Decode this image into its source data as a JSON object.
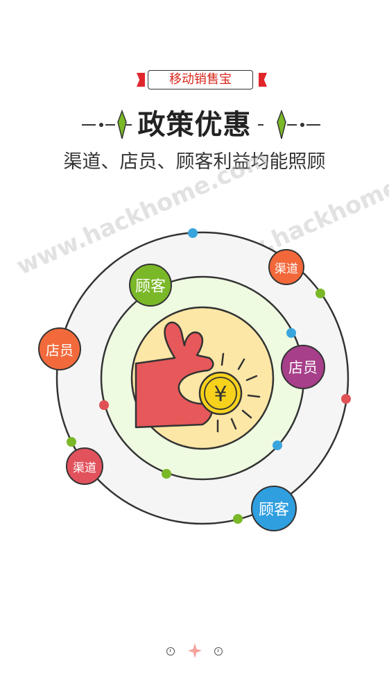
{
  "badge": {
    "label": "移动销售宝"
  },
  "title": "政策优惠",
  "subtitle": "渠道、店员、顾客利益均能照顾",
  "watermark": {
    "text": "www.hackhome.com"
  },
  "diagram": {
    "center_symbol": "¥",
    "bubbles": [
      {
        "label": "渠道",
        "color": "#f2683a"
      },
      {
        "label": "顾客",
        "color": "#7ab828"
      },
      {
        "label": "店员",
        "color": "#f26a3b"
      },
      {
        "label": "店员",
        "color": "#a73f8a"
      },
      {
        "label": "渠道",
        "color": "#e2525c"
      },
      {
        "label": "顾客",
        "color": "#2f9fe0"
      }
    ],
    "colors": {
      "outer_ring": "#f5f5f5",
      "middle_ring": "#eefbe1",
      "inner_circle": "#fde7a6",
      "hand": "#e6585a",
      "coin": "#f7d21c"
    }
  },
  "pager": {
    "current": 2,
    "total": 3
  }
}
